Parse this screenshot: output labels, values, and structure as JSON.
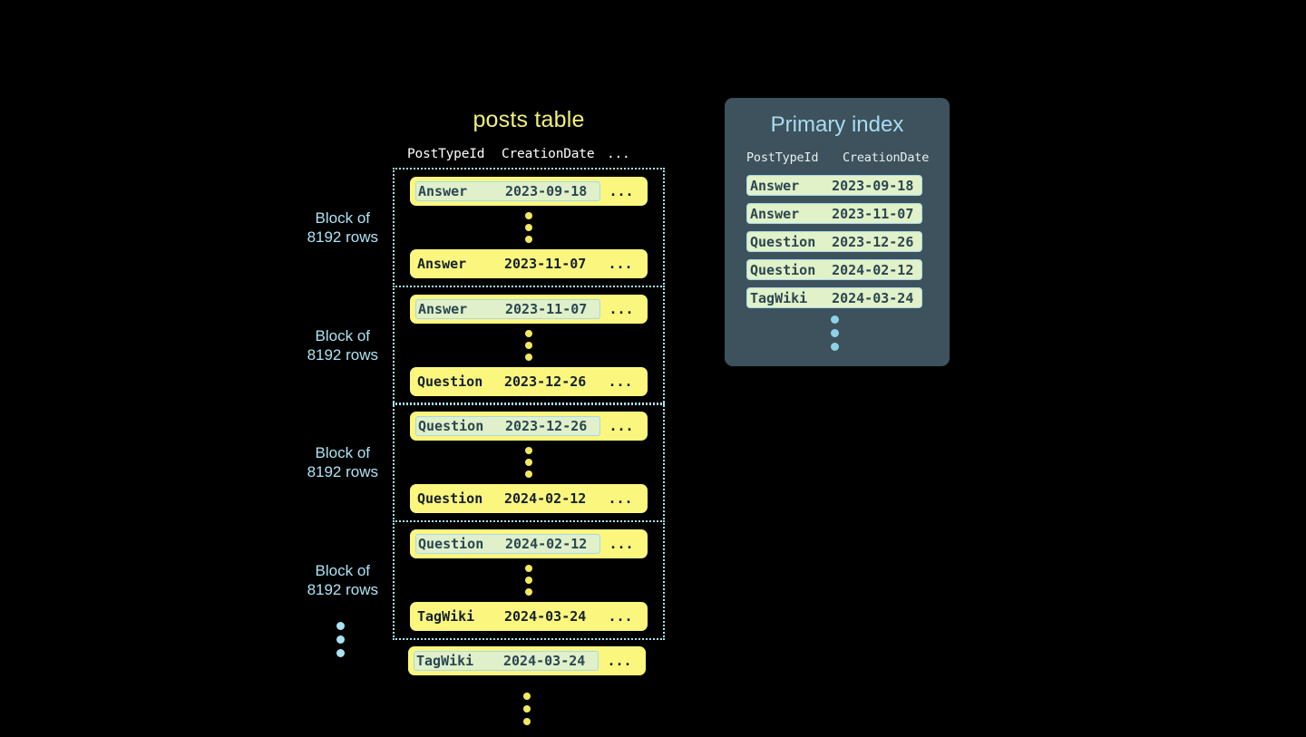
{
  "diagram": {
    "background_color": "#000000",
    "accent_yellow": "#fbf77e",
    "accent_blue": "#a9e2f2",
    "panel_bg": "#3d525c",
    "highlight_bg": "#dff0ca"
  },
  "posts_table": {
    "title": "posts table",
    "columns": {
      "post_type_id": "PostTypeId",
      "creation_date": "CreationDate",
      "rest": "..."
    },
    "blocks": [
      {
        "label_line1": "Block of",
        "label_line2": "8192 rows",
        "first_row": {
          "post_type_id": "Answer",
          "creation_date": "2023-09-18",
          "rest": "...",
          "highlighted": true
        },
        "last_row": {
          "post_type_id": "Answer",
          "creation_date": "2023-11-07",
          "rest": "...",
          "highlighted": false
        }
      },
      {
        "label_line1": "Block of",
        "label_line2": "8192 rows",
        "first_row": {
          "post_type_id": "Answer",
          "creation_date": "2023-11-07",
          "rest": "...",
          "highlighted": true
        },
        "last_row": {
          "post_type_id": "Question",
          "creation_date": "2023-12-26",
          "rest": "...",
          "highlighted": false
        }
      },
      {
        "label_line1": "Block of",
        "label_line2": "8192 rows",
        "first_row": {
          "post_type_id": "Question",
          "creation_date": "2023-12-26",
          "rest": "...",
          "highlighted": true
        },
        "last_row": {
          "post_type_id": "Question",
          "creation_date": "2024-02-12",
          "rest": "...",
          "highlighted": false
        }
      },
      {
        "label_line1": "Block of",
        "label_line2": "8192 rows",
        "first_row": {
          "post_type_id": "Question",
          "creation_date": "2024-02-12",
          "rest": "...",
          "highlighted": true
        },
        "last_row": {
          "post_type_id": "TagWiki",
          "creation_date": "2024-03-24",
          "rest": "...",
          "highlighted": false
        }
      }
    ],
    "trailing_row": {
      "post_type_id": "TagWiki",
      "creation_date": "2024-03-24",
      "rest": "...",
      "highlighted": true
    }
  },
  "primary_index": {
    "title": "Primary index",
    "columns": {
      "post_type_id": "PostTypeId",
      "creation_date": "CreationDate"
    },
    "rows": [
      {
        "post_type_id": "Answer",
        "creation_date": "2023-09-18"
      },
      {
        "post_type_id": "Answer",
        "creation_date": "2023-11-07"
      },
      {
        "post_type_id": "Question",
        "creation_date": "2023-12-26"
      },
      {
        "post_type_id": "Question",
        "creation_date": "2024-02-12"
      },
      {
        "post_type_id": "TagWiki",
        "creation_date": "2024-03-24"
      }
    ]
  }
}
